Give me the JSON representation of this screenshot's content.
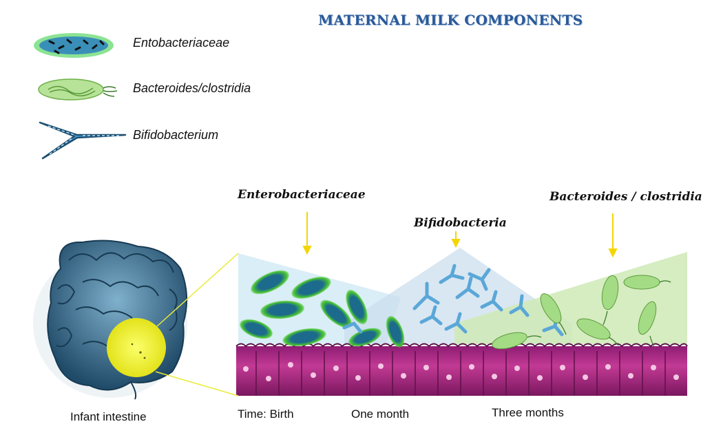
{
  "title": "MATERNAL MILK COMPONENTS",
  "legend": [
    {
      "label": "Entobacteriaceae",
      "icon": "enterobacteria-icon"
    },
    {
      "label": "Bacteroides/clostridia",
      "icon": "bacteroides-icon"
    },
    {
      "label": "Bifidobacterium",
      "icon": "bifidobacterium-icon"
    }
  ],
  "phases": {
    "enterobacteriaceae": "Enterobacteriaceae",
    "bifidobacteria": "Bifidobacteria",
    "bacteroides": "Bacteroides / clostridia"
  },
  "timeline": {
    "birth": "Time: Birth",
    "one_month": "One month",
    "three_months": "Three months"
  },
  "intestine_label": "Infant intestine",
  "colors": {
    "title": "#2a5a9a",
    "enterobacteria_glow": "#3fbf2a",
    "bifido": "#5aa7d8",
    "bacteroides": "#8fd46a",
    "tissue": "#a8287f",
    "arrow": "#f3d600",
    "lens": "#f4f42a"
  }
}
